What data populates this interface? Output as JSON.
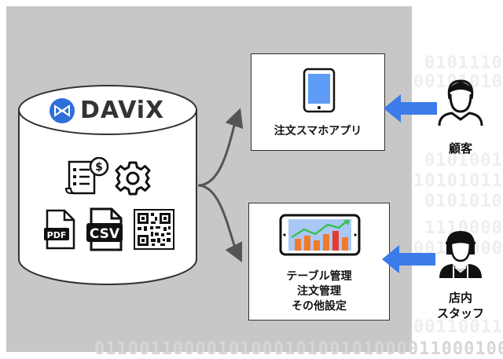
{
  "logo": {
    "text": "DAViX"
  },
  "db_icons": [
    "receipt-dollar-icon",
    "gear-icon",
    "pdf-file-icon",
    "csv-file-icon",
    "qr-code-icon"
  ],
  "pdf_label": "PDF",
  "csv_label": "CSV",
  "customer_app": {
    "label": "注文スマホアプリ"
  },
  "store_system": {
    "lines": [
      "テーブル管理",
      "注文管理",
      "その他設定"
    ]
  },
  "actors": {
    "customer": "顧客",
    "staff_line1": "店内",
    "staff_line2": "スタッフ"
  },
  "colors": {
    "panel": "#c7c7c7",
    "arrow_blue": "#3b7bea",
    "logo_blue": "#2f6fd9",
    "connector": "#555555"
  }
}
